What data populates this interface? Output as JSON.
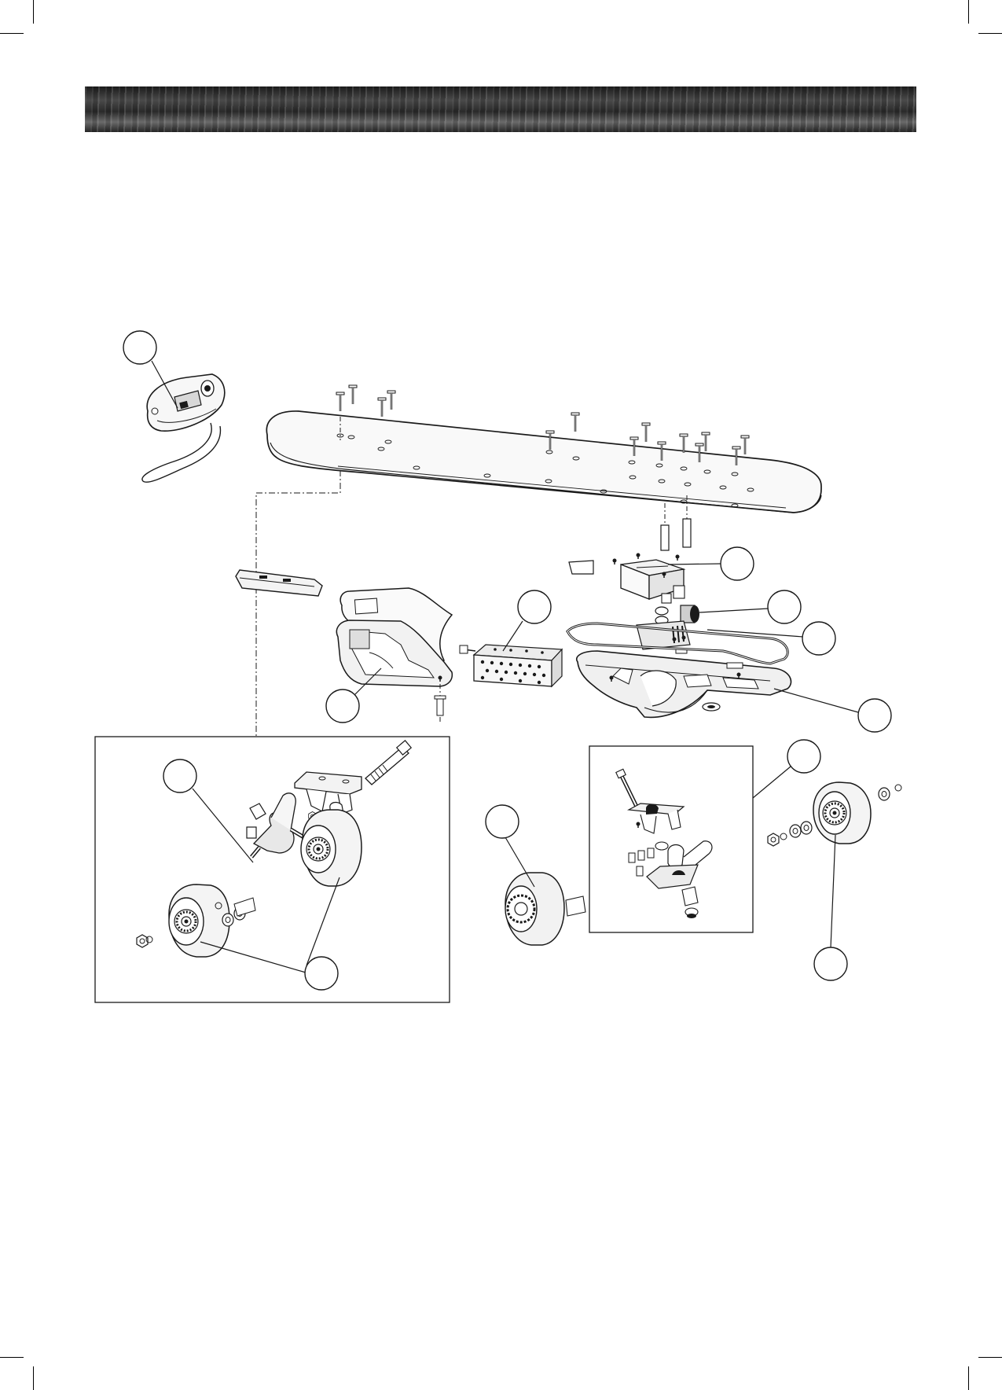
{
  "page": {
    "header_band": "decorative-brushed-metal-band",
    "crop_marks": "corner-trim-marks"
  },
  "diagram": {
    "kind": "exploded-parts-view",
    "subject": "electric-skateboard",
    "parts": [
      {
        "name": "remote-control"
      },
      {
        "name": "deck"
      },
      {
        "name": "riser-pad"
      },
      {
        "name": "battery-cover"
      },
      {
        "name": "battery-housing"
      },
      {
        "name": "battery-pack"
      },
      {
        "name": "controller-bracket"
      },
      {
        "name": "charging-port"
      },
      {
        "name": "seal-gasket"
      },
      {
        "name": "control-box-housing"
      },
      {
        "name": "front-truck-assembly"
      },
      {
        "name": "wheel"
      },
      {
        "name": "hub-motor"
      },
      {
        "name": "rear-truck-assembly"
      },
      {
        "name": "rear-wheel"
      }
    ],
    "callout_style": "unlabeled-circles"
  },
  "colors": {
    "ink": "#1a1a1a",
    "paper": "#ffffff",
    "fill": "#f2f2f2",
    "shade": "#cfcfcf"
  }
}
